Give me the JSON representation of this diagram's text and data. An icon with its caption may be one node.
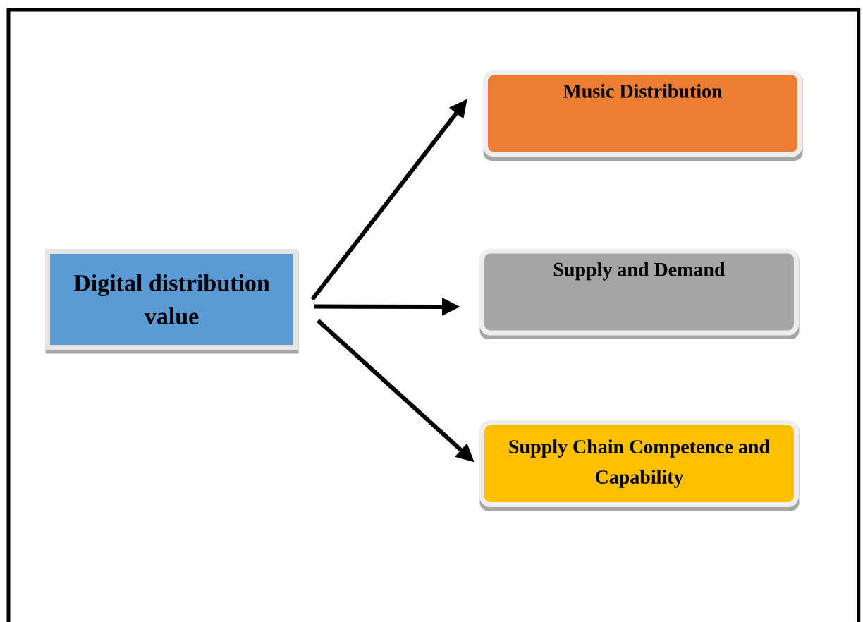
{
  "diagram": {
    "nodes": [
      {
        "text": [
          "Digital distribution value"
        ]
      },
      {
        "text": [
          "Music Distribution"
        ]
      },
      {
        "text": [
          "Supply and Demand"
        ]
      },
      {
        "text": [
          "Supply Chain Competence and Capability"
        ]
      }
    ],
    "edges": [
      {
        "from": 0,
        "to": 1,
        "arrow": "to"
      },
      {
        "from": 0,
        "to": 2,
        "arrow": "to"
      },
      {
        "from": 0,
        "to": 3,
        "arrow": "to"
      }
    ]
  }
}
